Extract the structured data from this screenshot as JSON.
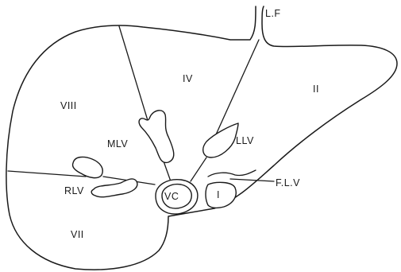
{
  "labels": {
    "lf": "L.F",
    "iv": "IV",
    "ii": "II",
    "viii": "VIII",
    "mlv": "MLV",
    "llv": "LLV",
    "rlv": "RLV",
    "vc": "VC",
    "i": "I",
    "flv": "F.L.V",
    "vii": "VII"
  },
  "colors": {
    "ink": "#1a1a1a",
    "background": "#ffffff"
  }
}
